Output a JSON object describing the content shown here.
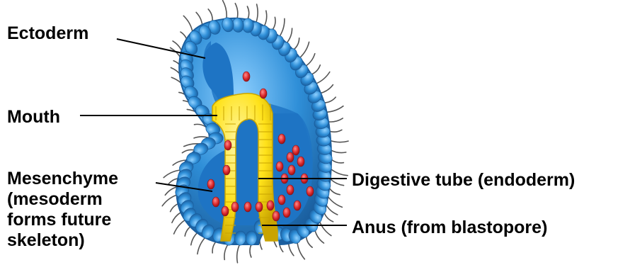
{
  "labels": {
    "ectoderm": "Ectoderm",
    "mouth": "Mouth",
    "mesenchyme_line1": "Mesenchyme",
    "mesenchyme_line2": "(mesoderm",
    "mesenchyme_line3": "forms future",
    "mesenchyme_line4": "skeleton)",
    "digestive_tube": "Digestive tube (endoderm)",
    "anus": "Anus (from blastopore)"
  },
  "colors": {
    "ectoderm_blue": "#2f8fd8",
    "ectoderm_dark": "#1a5e9e",
    "blastocoel_blue": "#1e74c4",
    "endoderm_yellow": "#ffe21a",
    "endoderm_dark": "#c9a400",
    "mesenchyme_red": "#d8262a",
    "cilia": "#555555"
  }
}
